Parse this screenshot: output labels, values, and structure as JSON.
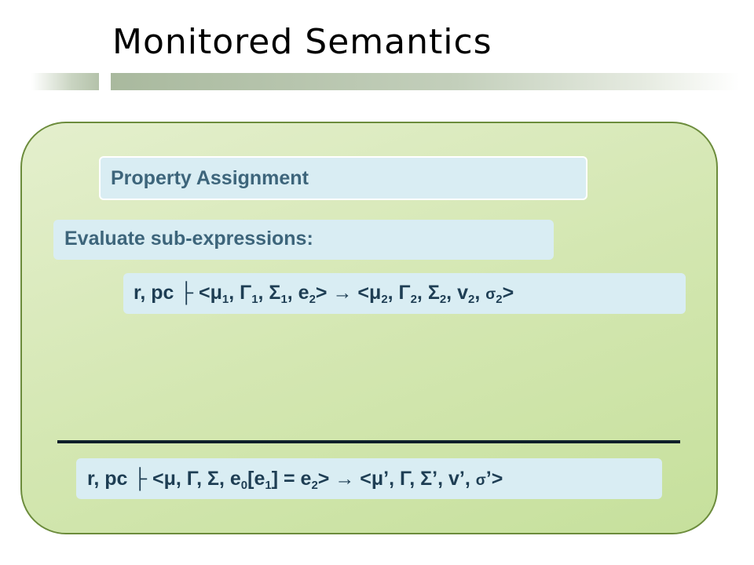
{
  "slide": {
    "title": "Monitored Semantics"
  },
  "rule": {
    "heading": "Property Assignment",
    "step_label": "Evaluate sub-expressions:",
    "premise": {
      "pre": "r, pc  ├ <μ",
      "s1": "1",
      "t1": ", Γ",
      "s2": "1",
      "t2": ", Σ",
      "s3": "1",
      "t3": ", e",
      "s4": "2",
      "t4": "> → <μ",
      "s5": "2",
      "t5": ", Γ",
      "s6": "2",
      "t6": ", Σ",
      "s7": "2",
      "t7": ", v",
      "s8": "2",
      "t8": ", ",
      "sigma": "σ",
      "s9": "2",
      "t9": ">"
    },
    "conclusion": {
      "pre": "r, pc  ├ <μ, Γ, Σ, e",
      "s1": "0",
      "t1": "[e",
      "s2": "1",
      "t2": "] = e",
      "s3": "2",
      "t3": "> → <μ’, Γ, Σ’, v’, ",
      "sigma": "σ",
      "t4": "’>"
    }
  }
}
